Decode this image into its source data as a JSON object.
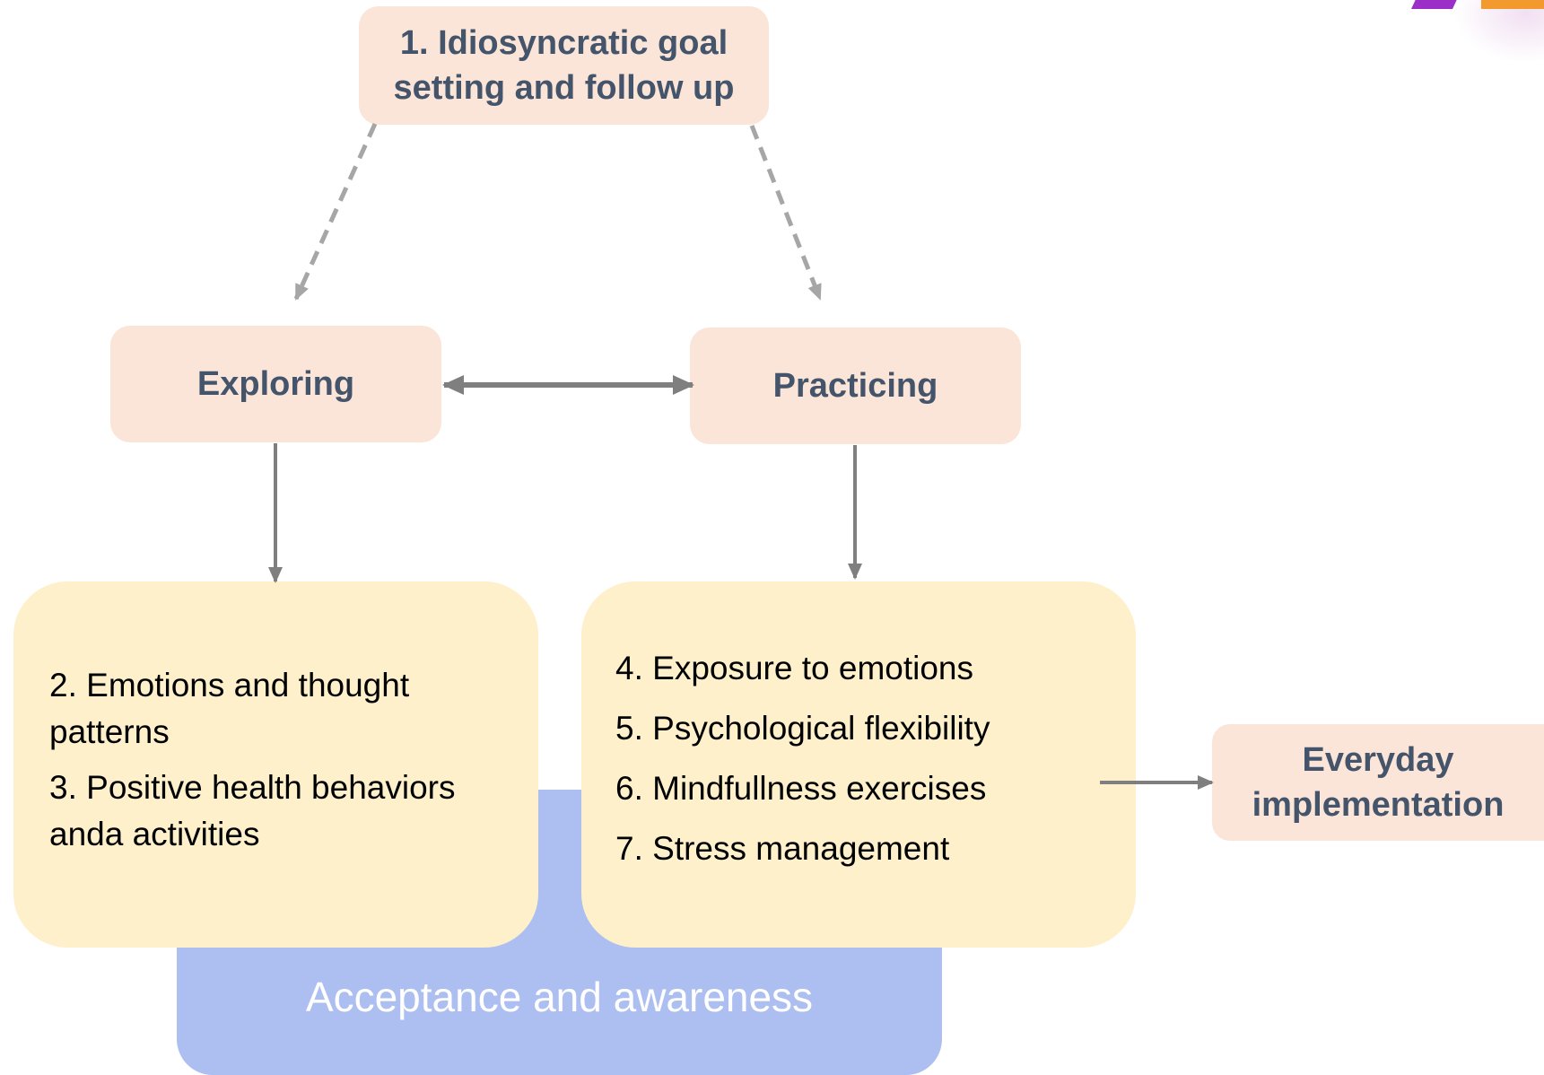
{
  "diagram": {
    "goal_box": {
      "line1": "1. Idiosyncratic goal",
      "line2": "setting and follow up"
    },
    "exploring_box": {
      "label": "Exploring"
    },
    "practicing_box": {
      "label": "Practicing"
    },
    "exploring_items": {
      "item1_line1": "2. Emotions and thought",
      "item1_line2": "patterns",
      "item2_line1": "3. Positive health behaviors",
      "item2_line2": "anda activities"
    },
    "practicing_items": [
      "4. Exposure to emotions",
      "5. Psychological flexibility",
      "6. Mindfullness exercises",
      "7. Stress management"
    ],
    "everyday_box": {
      "line1": "Everyday",
      "line2": "implementation"
    },
    "foundation": {
      "label": "Acceptance and awareness"
    },
    "colors": {
      "peach": "#fbe5d8",
      "yellow": "#fef0cb",
      "blue": "#adbff0",
      "heading_text": "#44546a",
      "arrow": "#7f7f7f"
    }
  }
}
